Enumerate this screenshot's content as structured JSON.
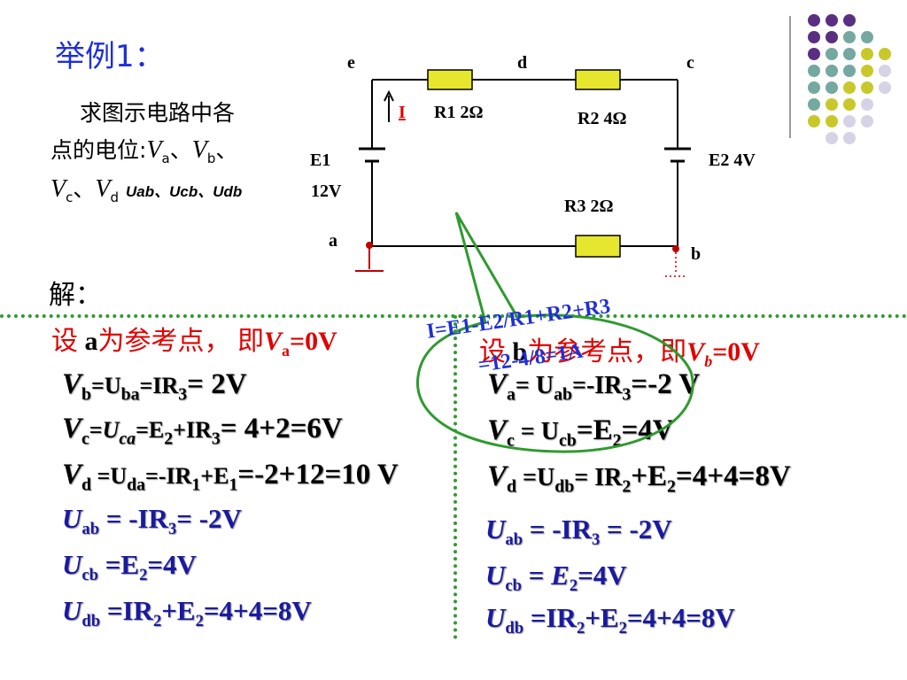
{
  "title": "举例1：",
  "problem": {
    "line1": "求图示电路中各",
    "line2_prefix": "点的电位:",
    "line2_va": "V",
    "line2_va_sub": "a",
    "line2_sep1": "、",
    "line2_vb": "V",
    "line2_vb_sub": "b",
    "line2_sep2": "、",
    "line3_vc": "V",
    "line3_vc_sub": "c",
    "line3_sep": "、",
    "line3_vd": "V",
    "line3_vd_sub": "d",
    "line3_tail": "Uab、Ucb、Udb"
  },
  "circuit": {
    "node_e": "e",
    "node_d": "d",
    "node_c": "c",
    "node_a": "a",
    "node_b": "b",
    "current": "I",
    "r1": "R1  2Ω",
    "r2": "R2 4Ω",
    "r3": "R3 2Ω",
    "e1_name": "E1",
    "e1_val": "12V",
    "e2": "E2  4V"
  },
  "solution_label": "解：",
  "left_header": {
    "pre": "设 ",
    "node": "a",
    "mid": "为参考点，  即",
    "v": "V",
    "sub": "a",
    "val": "=0V"
  },
  "right_header": {
    "pre": "设 ",
    "node": "b",
    "mid": "为参考点，即",
    "v": "V",
    "sub": "b",
    "val": "=0V"
  },
  "callout": {
    "line1": "I=E1-E2/R1+R2+R3",
    "line2": "=12-4/8=1A"
  },
  "left_eqs": {
    "vb": {
      "v": "V",
      "s": "b",
      "rest": "=U",
      "s2": "ba",
      "rest2": "=IR",
      "s3": "3",
      "rest3": "= 2V"
    },
    "vc": {
      "v": "V",
      "s": "c",
      "rest": "=",
      "u": "U",
      "s2": "ca",
      "rest2": "=E",
      "s3": "2",
      "rest3": "+IR",
      "s4": "3",
      "rest4": "= 4+2=6V"
    },
    "vd": {
      "v": "V",
      "s": "d",
      "rest": " =U",
      "s2": "da",
      "rest2": "=-IR",
      "s3": "1",
      "rest3": "+E",
      "s4": "1",
      "rest4": "=-2+12=10 V"
    },
    "uab": {
      "u": "U",
      "s": "ab",
      "rest": " = -IR",
      "s2": "3",
      "rest2": "= -2V"
    },
    "ucb": {
      "u": "U",
      "s": "cb",
      "rest": " =E",
      "s2": "2",
      "rest2": "=4V"
    },
    "udb": {
      "u": "U",
      "s": "db",
      "rest": " =IR",
      "s2": "2",
      "rest2": "+E",
      "s3": "2",
      "rest3": "=4+4=8V"
    }
  },
  "right_eqs": {
    "va": {
      "v": "V",
      "s": "a",
      "rest": "= U",
      "s2": "ab",
      "rest2": "=-IR",
      "s3": "3",
      "rest3": "=-2 V"
    },
    "vc": {
      "v": "V",
      "s": "c",
      "rest": " = U",
      "s2": "cb",
      "rest2": "=E",
      "s3": "2",
      "rest3": "=4V"
    },
    "vd": {
      "v": "V",
      "s": "d",
      "rest": " =U",
      "s2": "db",
      "rest2": "= IR",
      "s3": "2",
      "rest3": "+E",
      "s4": "2",
      "rest4": "=4+4=8V"
    },
    "uab": {
      "u": "U",
      "s": "ab",
      "rest": " = -IR",
      "s2": "3",
      "rest2": " = -2V"
    },
    "ucb": {
      "u": "U",
      "s": "cb",
      "rest": " = ",
      "e": "E",
      "s2": "2",
      "rest2": "=4V"
    },
    "udb": {
      "u": "U",
      "s": "db",
      "rest": " =IR",
      "s2": "2",
      "rest2": "+E",
      "s3": "2",
      "rest3": "=4+4=8V"
    }
  },
  "colors": {
    "title": "#1f2fd8",
    "reference": "#e00000",
    "equation_blue": "#1a1aa0",
    "divider": "#2f9a2f",
    "resistor": "#e6e62e"
  }
}
